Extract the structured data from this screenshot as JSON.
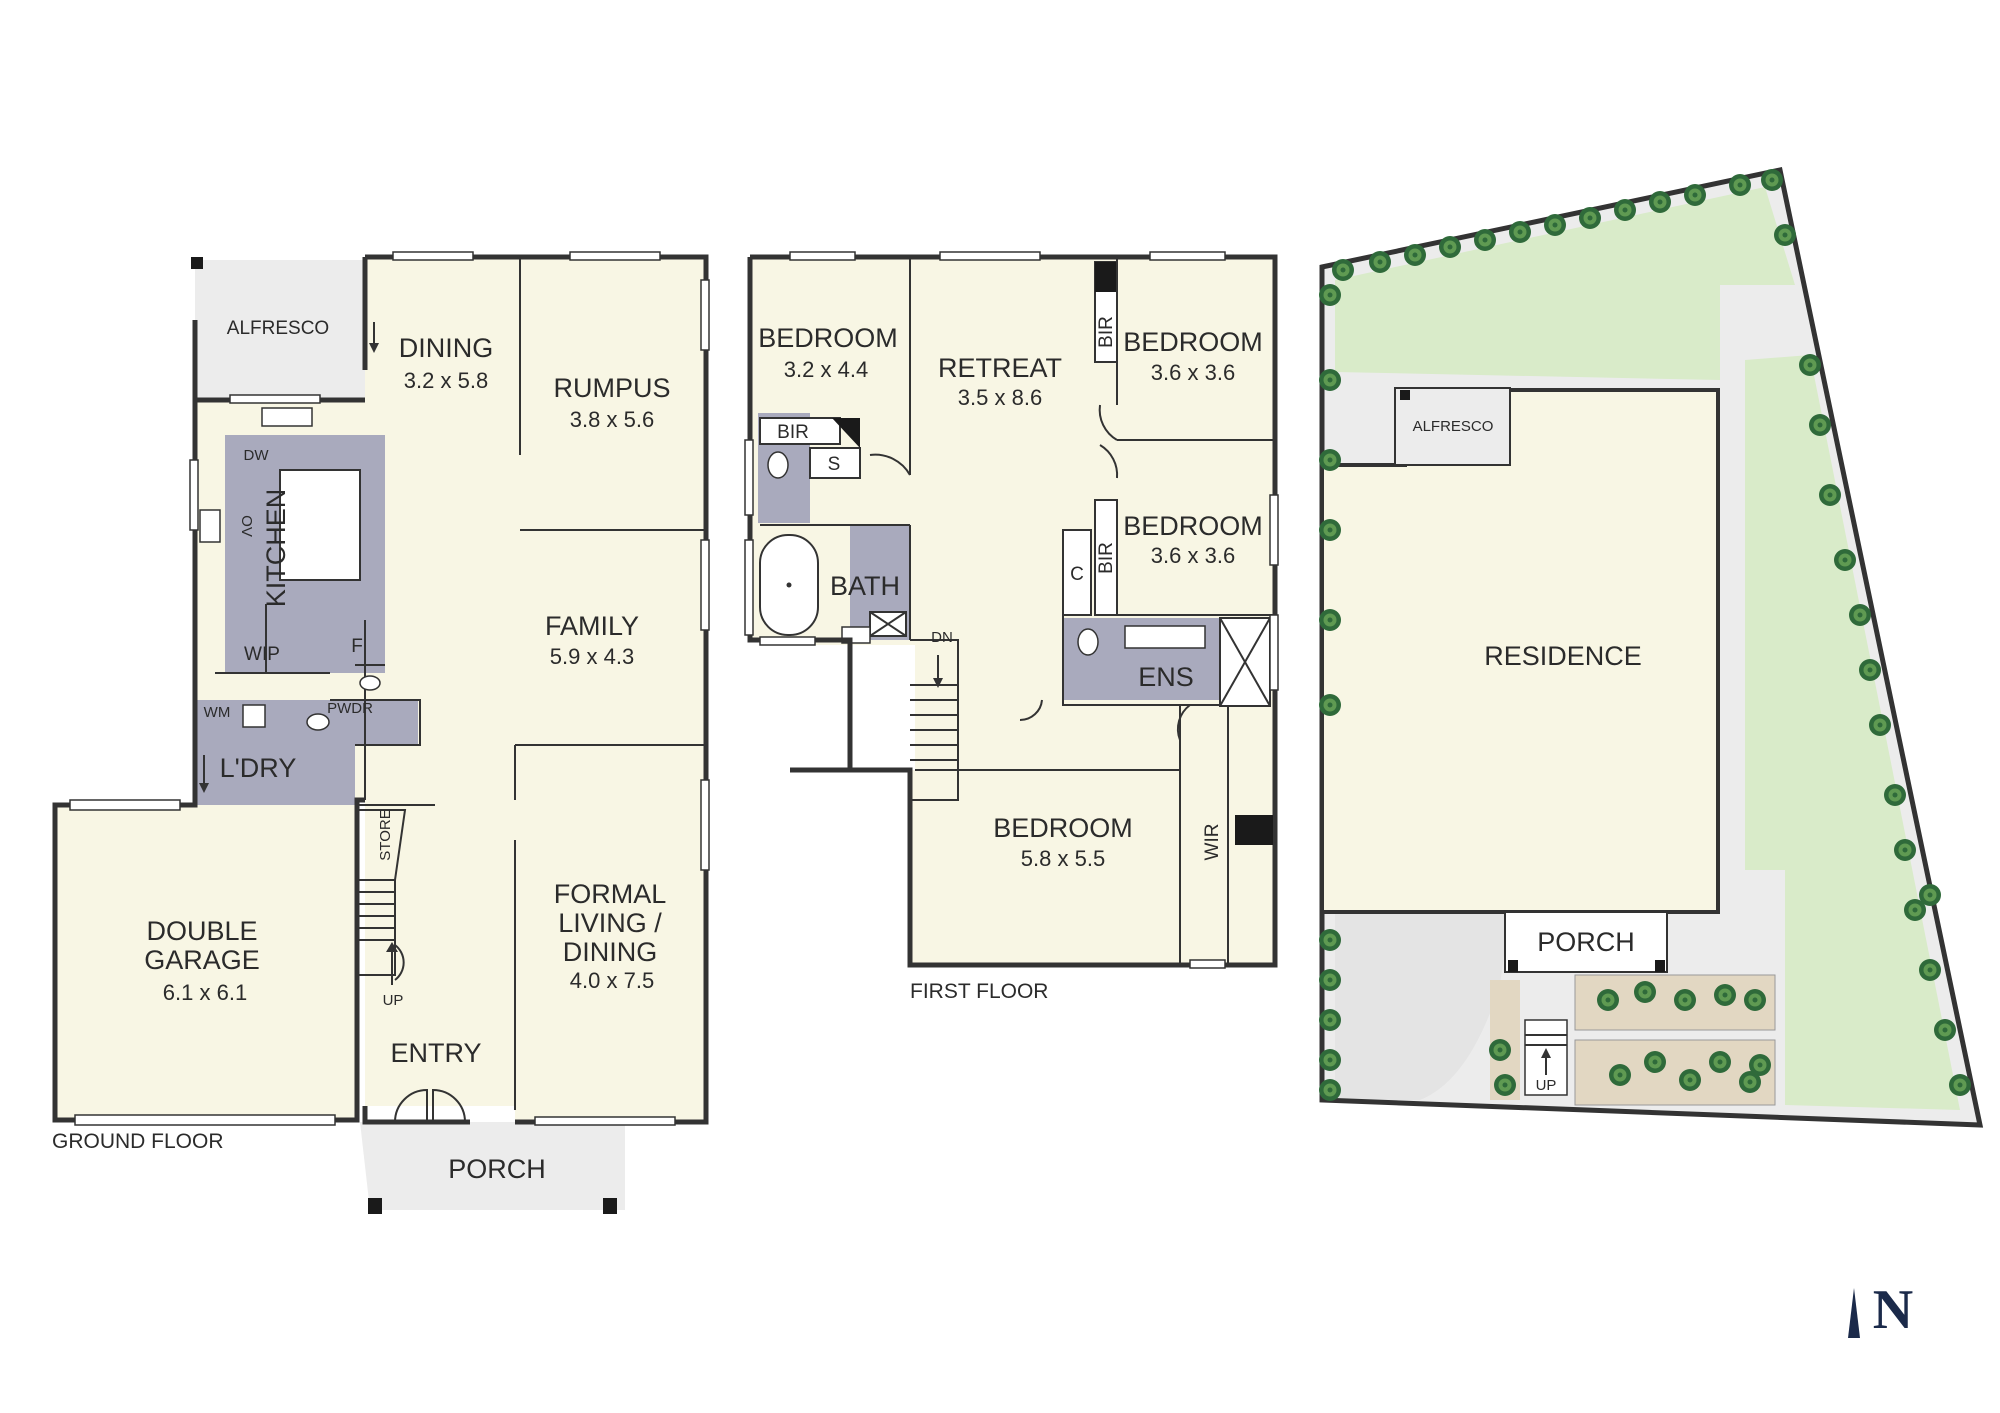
{
  "ground_floor": {
    "caption": "GROUND FLOOR",
    "rooms": [
      {
        "key": "alfresco",
        "name": "ALFRESCO",
        "dims": ""
      },
      {
        "key": "dining",
        "name": "DINING",
        "dims": "3.2 x 5.8"
      },
      {
        "key": "rumpus",
        "name": "RUMPUS",
        "dims": "3.8 x 5.6"
      },
      {
        "key": "kitchen",
        "name": "KITCHEN",
        "dims": ""
      },
      {
        "key": "family",
        "name": "FAMILY",
        "dims": "5.9 x 4.3"
      },
      {
        "key": "wip",
        "name": "WIP",
        "dims": ""
      },
      {
        "key": "laundry",
        "name": "L'DRY",
        "dims": ""
      },
      {
        "key": "garage",
        "name": "DOUBLE GARAGE",
        "dims": "6.1 x 6.1"
      },
      {
        "key": "formal",
        "name": "FORMAL LIVING / DINING",
        "dims": "4.0 x 7.5"
      },
      {
        "key": "entry",
        "name": "ENTRY",
        "dims": ""
      },
      {
        "key": "porch",
        "name": "PORCH",
        "dims": ""
      }
    ],
    "fixtures": {
      "dw": "DW",
      "ov": "OV",
      "f": "F",
      "wm": "WM",
      "pwdr": "PWDR",
      "store": "STORE",
      "up": "UP"
    }
  },
  "first_floor": {
    "caption": "FIRST FLOOR",
    "rooms": [
      {
        "key": "bed2",
        "name": "BEDROOM",
        "dims": "3.2 x 4.4"
      },
      {
        "key": "retreat",
        "name": "RETREAT",
        "dims": "3.5 x 8.6"
      },
      {
        "key": "bed3",
        "name": "BEDROOM",
        "dims": "3.6 x 3.6"
      },
      {
        "key": "bed4",
        "name": "BEDROOM",
        "dims": "3.6 x 3.6"
      },
      {
        "key": "bath",
        "name": "BATH",
        "dims": ""
      },
      {
        "key": "ens",
        "name": "ENS",
        "dims": ""
      },
      {
        "key": "master",
        "name": "BEDROOM",
        "dims": "5.8 x 5.5"
      }
    ],
    "fixtures": {
      "bir": "BIR",
      "s": "S",
      "c": "C",
      "dn": "DN",
      "wir": "WIR"
    }
  },
  "site": {
    "residence": "RESIDENCE",
    "alfresco": "ALFRESCO",
    "porch": "PORCH",
    "up": "UP"
  },
  "north_marker": "N",
  "colors": {
    "room_fill": "#f8f6e4",
    "wet_area": "#a9aabd",
    "lawn": "#d9ebc9",
    "paving": "#ececec",
    "tree": "#2f6a3a",
    "wall": "#333333"
  }
}
